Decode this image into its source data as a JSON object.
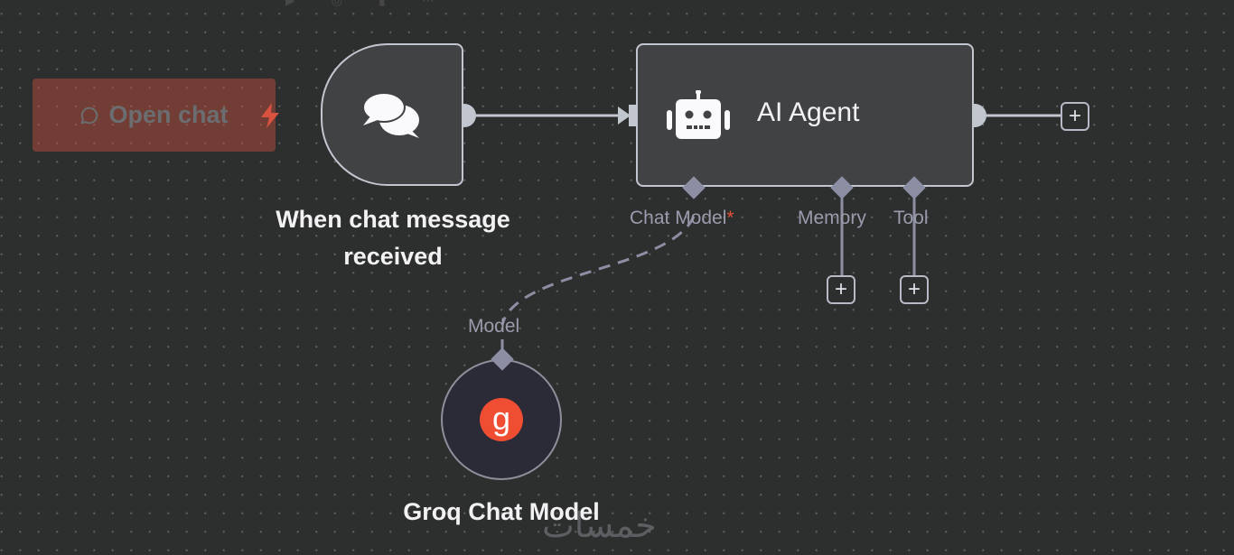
{
  "toolbar": {
    "icons": [
      "play-icon",
      "history-icon",
      "trash-icon",
      "more-icon"
    ]
  },
  "open_chat": {
    "label": "Open chat",
    "icon": "chat-bubble-icon",
    "badge_icon": "lightning-icon",
    "badge_color": "#e8503a"
  },
  "nodes": {
    "trigger": {
      "title_line1": "When chat message",
      "title_line2": "received",
      "icon": "chat-bubbles-icon"
    },
    "agent": {
      "title": "AI Agent",
      "icon": "robot-icon",
      "ports": [
        {
          "label": "Chat Model",
          "required_mark": "*"
        },
        {
          "label": "Memory"
        },
        {
          "label": "Tool"
        }
      ]
    },
    "groq": {
      "title": "Groq Chat Model",
      "port_label": "Model",
      "logo_glyph": "g",
      "logo_color": "#f04e32"
    }
  },
  "add_button_label": "+",
  "watermark": "خمسات",
  "colors": {
    "canvas": "#2d2e2e",
    "node_bg": "#414244",
    "node_border": "#c2c6cf",
    "port": "#8c8ea3",
    "accent_red": "#e8503a"
  }
}
